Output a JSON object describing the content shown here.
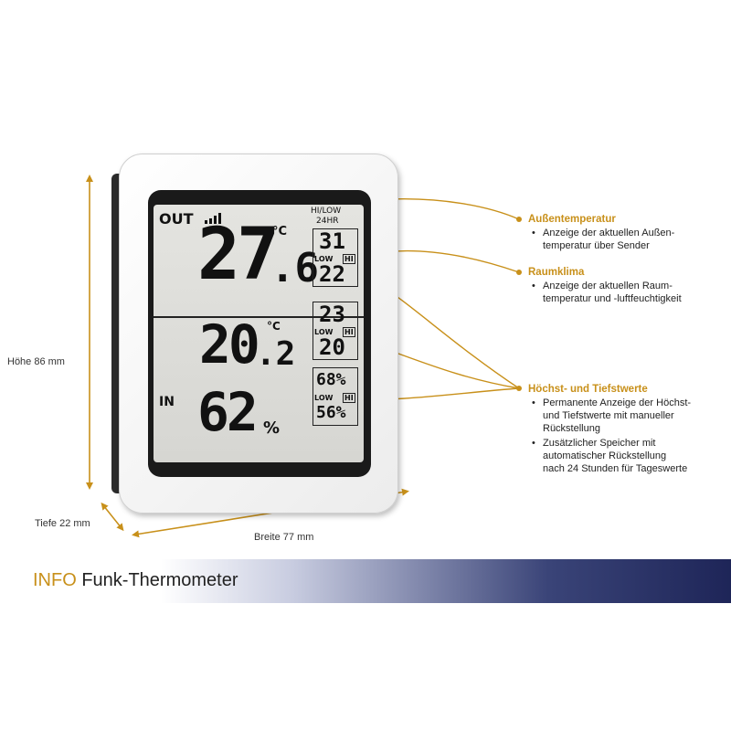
{
  "dimensions": {
    "height": "Höhe 86 mm",
    "depth": "Tiefe 22 mm",
    "width": "Breite 77 mm"
  },
  "lcd": {
    "out_label": "OUT",
    "hilow_label": "HI/LOW",
    "hr24_label": "24HR",
    "out_temp_int": "27",
    "out_temp_dec": ".6",
    "deg_c": "°C",
    "out_hi": "31",
    "out_low": "22",
    "low_label": "LOW",
    "hi_label": "HI",
    "in_temp_int": "20",
    "in_temp_dec": ".2",
    "in_hi": "23",
    "in_low": "20",
    "in_label": "IN",
    "humidity": "62",
    "percent": "%",
    "hum_hi": "68%",
    "hum_low": "56%"
  },
  "features": [
    {
      "title": "Außentemperatur",
      "bullets": [
        "Anzeige der aktuellen Außen-\ntemperatur über Sender"
      ]
    },
    {
      "title": "Raumklima",
      "bullets": [
        "Anzeige der aktuellen Raum-\ntemperatur und -luftfeuchtigkeit"
      ]
    },
    {
      "title": "Höchst- und Tiefstwerte",
      "bullets": [
        "Permanente Anzeige der Höchst-\nund Tiefstwerte mit manueller\nRückstellung",
        "Zusätzlicher Speicher mit\nautomatischer Rückstellung\nnach 24 Stunden für Tageswerte"
      ]
    }
  ],
  "footer": {
    "brand": "INFO",
    "product": "Funk-Thermometer"
  },
  "colors": {
    "accent": "#c8901a",
    "footer_dark": "#1e2558"
  }
}
